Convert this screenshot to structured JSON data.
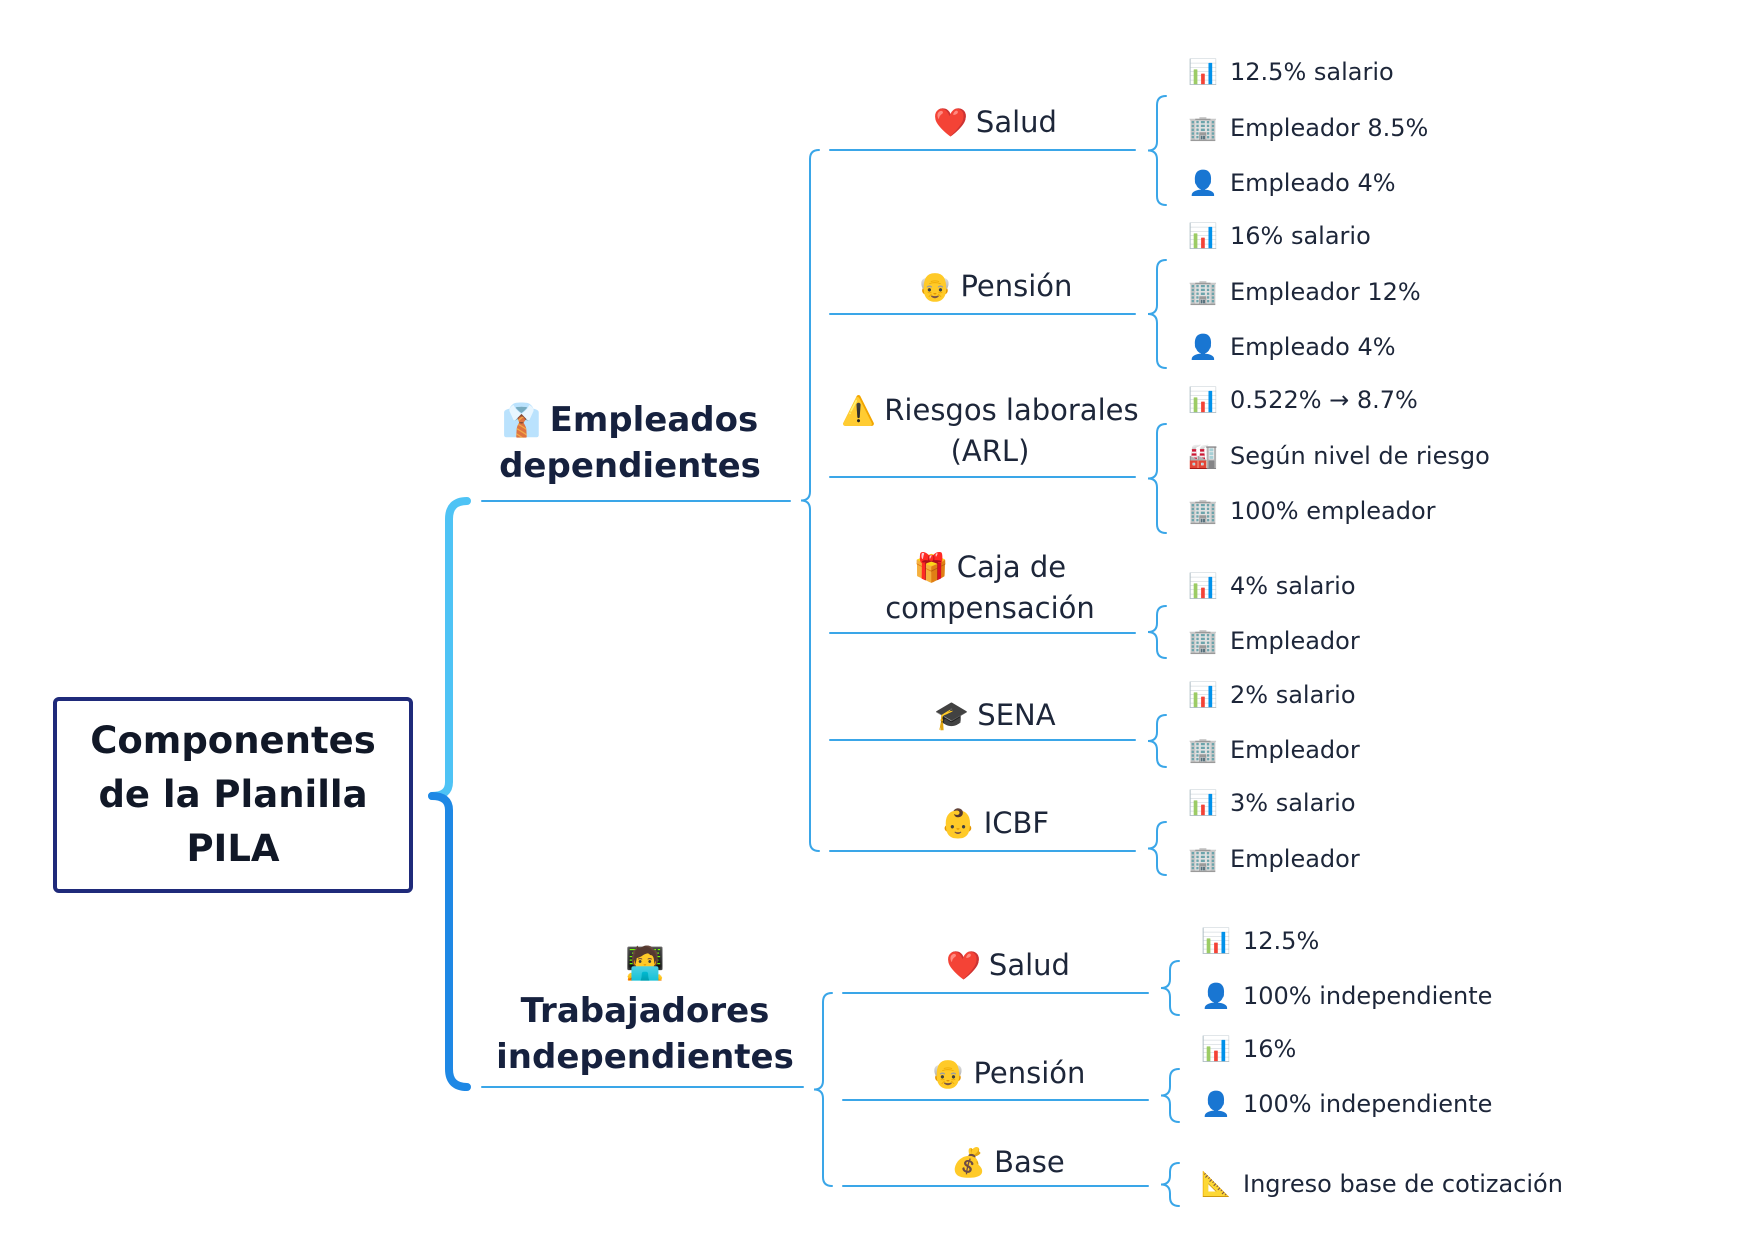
{
  "root": {
    "title": "Componentes de la Planilla PILA"
  },
  "colors": {
    "line": "#3aa6e8",
    "root_border": "#1f2a7a",
    "brace_top": "#4ec3f5",
    "brace_bottom": "#1e88e5"
  },
  "categories": [
    {
      "label": "Empleados dependientes",
      "icon": "suit-icon",
      "subs": [
        {
          "label": "Salud",
          "icon": "heart-icon",
          "leaves": [
            {
              "text": "12.5% salario",
              "icon": "chart-icon"
            },
            {
              "text": "Empleador 8.5%",
              "icon": "building-icon"
            },
            {
              "text": "Empleado 4%",
              "icon": "person-icon"
            }
          ]
        },
        {
          "label": "Pensión",
          "icon": "elder-icon",
          "leaves": [
            {
              "text": "16% salario",
              "icon": "chart-icon"
            },
            {
              "text": "Empleador 12%",
              "icon": "building-icon"
            },
            {
              "text": "Empleado 4%",
              "icon": "person-icon"
            }
          ]
        },
        {
          "label": "Riesgos laborales (ARL)",
          "icon": "warning-icon",
          "leaves": [
            {
              "text": "0.522% → 8.7%",
              "icon": "chart-icon"
            },
            {
              "text": "Según nivel de riesgo",
              "icon": "factory-icon"
            },
            {
              "text": "100% empleador",
              "icon": "building-icon"
            }
          ]
        },
        {
          "label": "Caja de compensación",
          "icon": "gift-icon",
          "leaves": [
            {
              "text": "4% salario",
              "icon": "chart-icon"
            },
            {
              "text": "Empleador",
              "icon": "building-icon"
            }
          ]
        },
        {
          "label": "SENA",
          "icon": "graduation-cap-icon",
          "leaves": [
            {
              "text": "2% salario",
              "icon": "chart-icon"
            },
            {
              "text": "Empleador",
              "icon": "building-icon"
            }
          ]
        },
        {
          "label": "ICBF",
          "icon": "baby-icon",
          "leaves": [
            {
              "text": "3% salario",
              "icon": "chart-icon"
            },
            {
              "text": "Empleador",
              "icon": "building-icon"
            }
          ]
        }
      ]
    },
    {
      "label": "Trabajadores independientes",
      "icon": "laptop-worker-icon",
      "subs": [
        {
          "label": "Salud",
          "icon": "heart-icon",
          "leaves": [
            {
              "text": "12.5%",
              "icon": "chart-icon"
            },
            {
              "text": "100% independiente",
              "icon": "person-icon"
            }
          ]
        },
        {
          "label": "Pensión",
          "icon": "elder-icon",
          "leaves": [
            {
              "text": "16%",
              "icon": "chart-icon"
            },
            {
              "text": "100% independiente",
              "icon": "person-icon"
            }
          ]
        },
        {
          "label": "Base",
          "icon": "money-bag-icon",
          "leaves": [
            {
              "text": "Ingreso base de cotización",
              "icon": "ruler-icon"
            }
          ]
        }
      ]
    }
  ]
}
